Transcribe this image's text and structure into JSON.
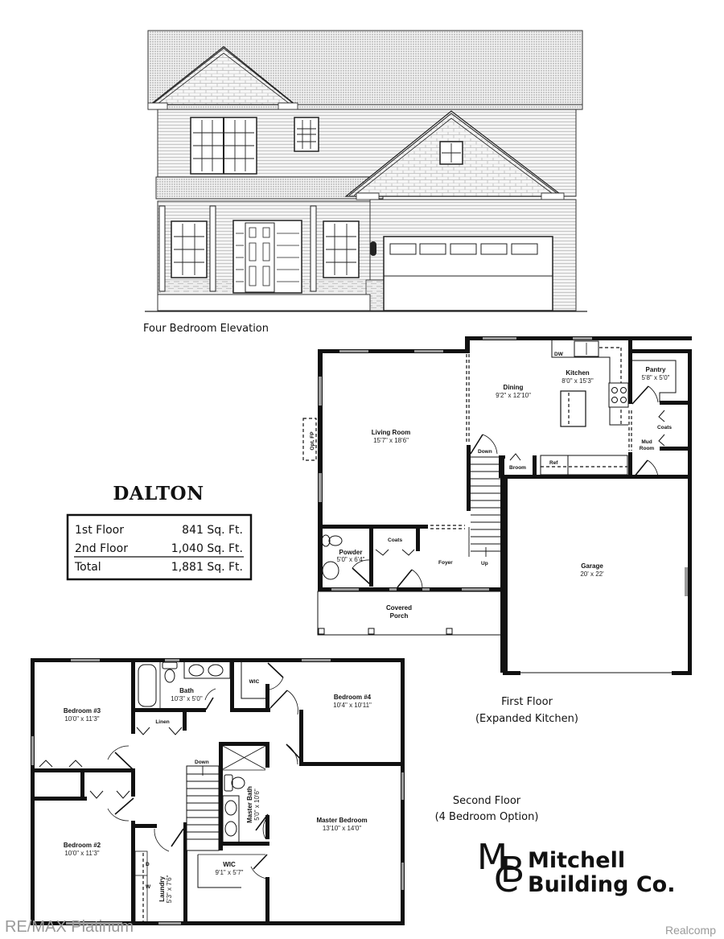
{
  "plan_name": "DALTON",
  "elevation": {
    "caption": "Four Bedroom Elevation"
  },
  "sqft_table": {
    "rows": [
      {
        "label": "1st Floor",
        "value": "841 Sq. Ft."
      },
      {
        "label": "2nd Floor",
        "value": "1,040 Sq. Ft."
      }
    ],
    "total": {
      "label": "Total",
      "value": "1,881 Sq. Ft."
    }
  },
  "first_floor": {
    "caption_line1": "First Floor",
    "caption_line2": "(Expanded Kitchen)",
    "rooms": {
      "living": {
        "name": "Living Room",
        "dim": "15'7\" x 18'6\""
      },
      "dining": {
        "name": "Dining",
        "dim": "9'2\" x 12'10\""
      },
      "kitchen": {
        "name": "Kitchen",
        "dim": "8'0\" x 15'3\""
      },
      "pantry": {
        "name": "Pantry",
        "dim": "5'8\" x 5'0\""
      },
      "powder": {
        "name": "Powder",
        "dim": "5'0\" x 6'4\""
      },
      "garage": {
        "name": "Garage",
        "dim": "20' x 22'"
      },
      "porch_line1": "Covered",
      "porch_line2": "Porch"
    },
    "labels": {
      "dw": "DW",
      "ref": "Ref",
      "broom": "Broom",
      "down": "Down",
      "up": "Up",
      "foyer": "Foyer",
      "coats_foyer": "Coats",
      "coats_mud": "Coats",
      "mud_line1": "Mud",
      "mud_line2": "Room",
      "opt_fp": "Opt. FP"
    }
  },
  "second_floor": {
    "caption_line1": "Second Floor",
    "caption_line2": "(4 Bedroom Option)",
    "rooms": {
      "bedroom3": {
        "name": "Bedroom #3",
        "dim": "10'0\" x 11'3\""
      },
      "bath": {
        "name": "Bath",
        "dim": "10'3\" x 5'0\""
      },
      "bedroom4": {
        "name": "Bedroom #4",
        "dim": "10'4\" x 10'11\""
      },
      "bedroom2": {
        "name": "Bedroom #2",
        "dim": "10'0\" x 11'3\""
      },
      "master_bath": {
        "name": "Master Bath",
        "dim": "5'0\" x 10'6\""
      },
      "master_bedroom": {
        "name": "Master Bedroom",
        "dim": "13'10\" x 14'0\""
      },
      "wic_master": {
        "name": "WIC",
        "dim": "9'1\" x 5'7\""
      },
      "laundry": {
        "name": "Laundry",
        "dim": "5'3\" x 7'6\""
      }
    },
    "labels": {
      "wic_small": "WIC",
      "linen": "Linen",
      "down": "Down",
      "dryer": "D",
      "washer": "W"
    }
  },
  "builder_logo": {
    "monogram_m": "M",
    "monogram_b": "B",
    "monogram_c": "C",
    "line1": "Mitchell",
    "line2": "Building Co."
  },
  "watermarks": {
    "left": "RE/MAX Platinum",
    "right": "Realcomp"
  }
}
